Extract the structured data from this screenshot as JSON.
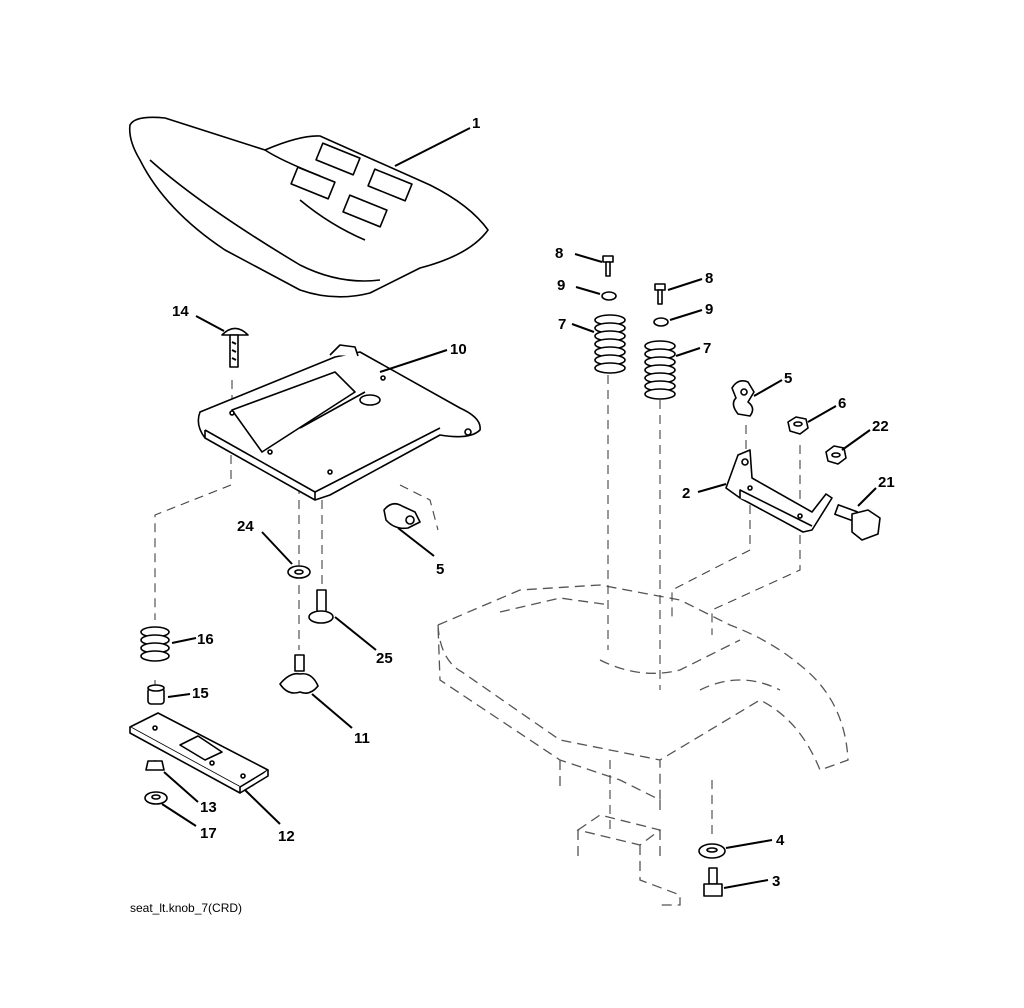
{
  "caption": "seat_lt.knob_7(CRD)",
  "callouts": {
    "seat": "1",
    "seat_pan": "10",
    "carriage_bolt": "14",
    "hinge_clip_left": "5",
    "washer_24": "24",
    "bolt_25": "25",
    "knob": "11",
    "spring_16": "16",
    "spacer": "15",
    "slide_bracket": "12",
    "nut_13": "13",
    "nut_17": "17",
    "bolt_8_left": "8",
    "washer_9_left": "9",
    "spring_7_left": "7",
    "bolt_8_right": "8",
    "washer_9_right": "9",
    "spring_7_right": "7",
    "hinge_clip_right": "5",
    "nut_6": "6",
    "nut_22": "22",
    "bracket": "2",
    "bolt_21": "21",
    "washer_4": "4",
    "bolt_3": "3"
  }
}
